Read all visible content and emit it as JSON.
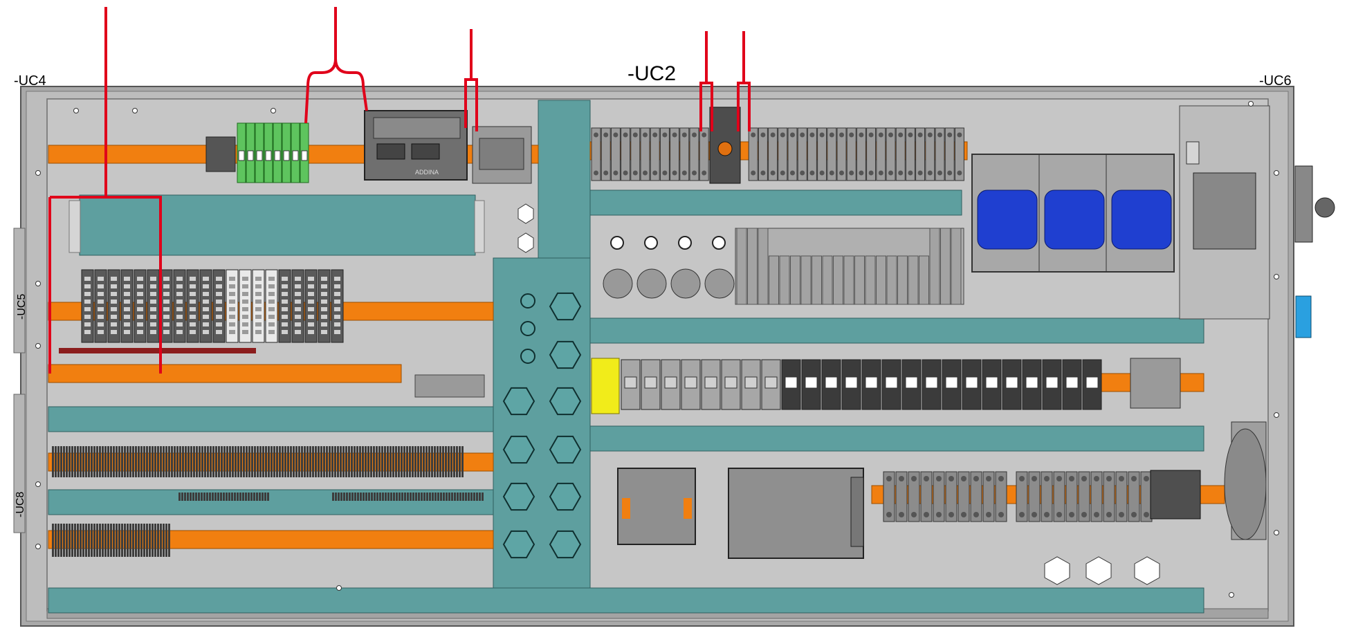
{
  "labels": {
    "uc2": "-UC2",
    "uc4": "-UC4",
    "uc6": "-UC6",
    "uc5": "-UC5",
    "uc8": "-UC8"
  },
  "device_text": {
    "controller_brand": "ADDINA"
  },
  "colors": {
    "panel": "#c6c6c6",
    "frame": "#9e9e9e",
    "rail": "#f17f10",
    "duct": "#5e9f9f",
    "callout": "#e0001a",
    "terminal_green": "#5ec45e",
    "yellow_block": "#f1ec1a",
    "blue_unit": "#1f3fd0",
    "blue_connector": "#2aa0e0"
  },
  "counts": {
    "top_rail_breakers": 38,
    "terminal_rows": 3,
    "knockouts_center": 12
  }
}
